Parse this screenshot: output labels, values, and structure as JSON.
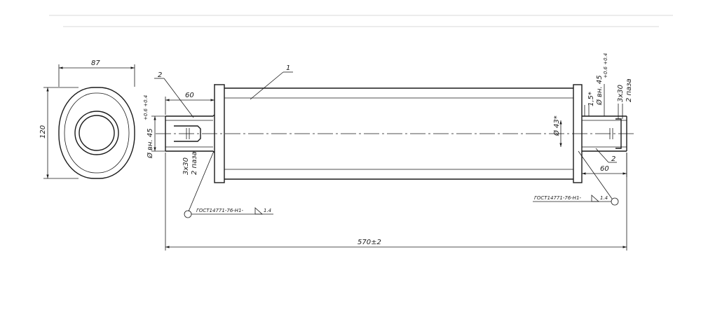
{
  "end_view": {
    "width_label": "87",
    "height_label": "120"
  },
  "side_view": {
    "left_pipe_length": "60",
    "right_pipe_length": "60",
    "inner_diameter": "Ø вн. 45",
    "diameter_tolerance": "+0.6 +0.4",
    "reduced_diameter": "Ø 43*",
    "taper": "1,5*",
    "slot_size": "3х30",
    "slot_count": "2 паза",
    "overall_length": "570±2"
  },
  "callouts": {
    "body": "1",
    "pipe": "2"
  },
  "welds": {
    "spec": "ГОСТ14771-76-Н1-",
    "leg": "1.4"
  }
}
